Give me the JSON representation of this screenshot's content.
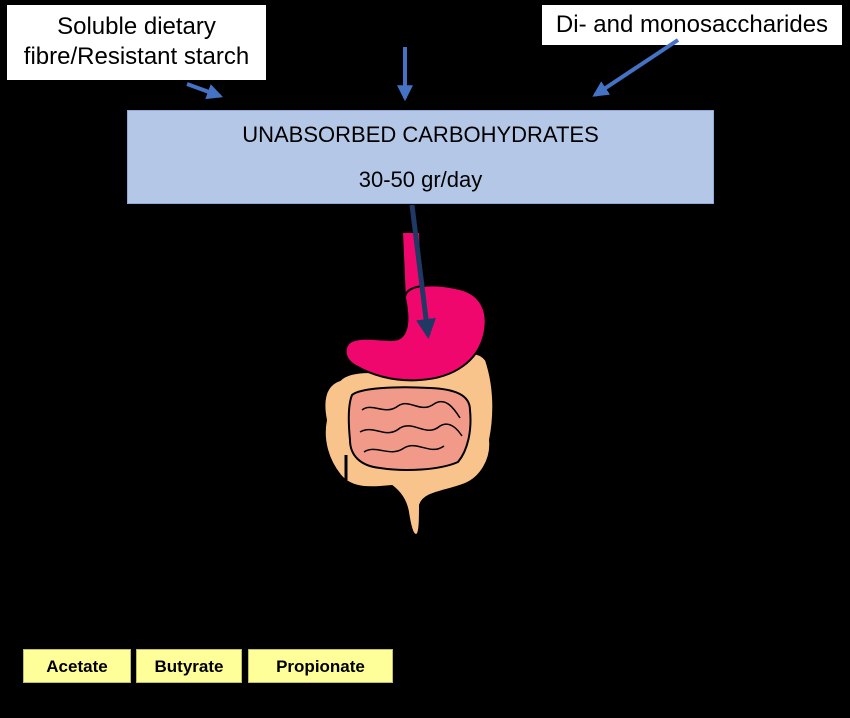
{
  "sources": {
    "fibre_line1": "Soluble dietary",
    "fibre_line2": "fibre/Resistant starch",
    "mono": "Di- and monosaccharides"
  },
  "carbohydrates": {
    "title": "UNABSORBED CARBOHYDRATES",
    "amount": "30-50 gr/day"
  },
  "scfa": [
    "Acetate",
    "Butyrate",
    "Propionate"
  ],
  "colors": {
    "arrow": "#4472c4",
    "box_fill": "#b4c7e7",
    "scfa_fill": "#ffff99",
    "stomach": "#f0076e",
    "colon": "#f8c48c",
    "small_intestine": "#f29a8a"
  },
  "icons": [
    "digestive-system-icon"
  ]
}
